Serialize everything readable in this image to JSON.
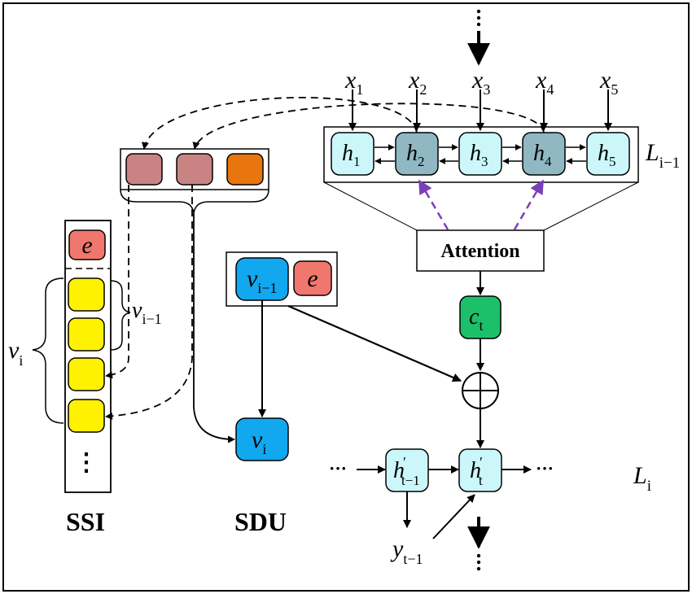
{
  "inputs": [
    {
      "sym": "x",
      "sub": "1"
    },
    {
      "sym": "x",
      "sub": "2"
    },
    {
      "sym": "x",
      "sub": "3"
    },
    {
      "sym": "x",
      "sub": "4"
    },
    {
      "sym": "x",
      "sub": "5"
    }
  ],
  "encoder": {
    "hidden": [
      {
        "sym": "h",
        "sub": "1"
      },
      {
        "sym": "h",
        "sub": "2"
      },
      {
        "sym": "h",
        "sub": "3"
      },
      {
        "sym": "h",
        "sub": "4"
      },
      {
        "sym": "h",
        "sub": "5"
      }
    ],
    "layer_label": {
      "sym": "L",
      "sub": "i−1"
    }
  },
  "attention_label": "Attention",
  "context": {
    "sym": "c",
    "sub": "t"
  },
  "sdu": {
    "prev": {
      "sym": "v",
      "sub": "i−1"
    },
    "e": "e",
    "out": {
      "sym": "v",
      "sub": "i"
    },
    "label": "SDU"
  },
  "ssi": {
    "e": "e",
    "ellipsis": "⋮",
    "label": "SSI",
    "brace_vi": {
      "sym": "v",
      "sub": "i"
    },
    "brace_vi1": {
      "sym": "v",
      "sub": "i−1"
    }
  },
  "decoder": {
    "prev": {
      "sym": "h",
      "sup": "′",
      "sub": "t−1"
    },
    "curr": {
      "sym": "h",
      "sup": "′",
      "sub": "t"
    },
    "output": {
      "sym": "y",
      "sub": "t−1"
    },
    "layer_label": {
      "sym": "L",
      "sub": "i"
    },
    "dots": "···"
  },
  "colors": {
    "encoder_cell": "#ccf7fa",
    "encoder_cell_selected": "#8fb8c2",
    "context_green": "#1dc06a",
    "v_blue": "#11a8ef",
    "e_red": "#f0776d",
    "ssi_yellow": "#fff200",
    "pool_brown": "#c98383",
    "pool_orange": "#e8750e",
    "attention_purple": "#7b3fb8"
  }
}
